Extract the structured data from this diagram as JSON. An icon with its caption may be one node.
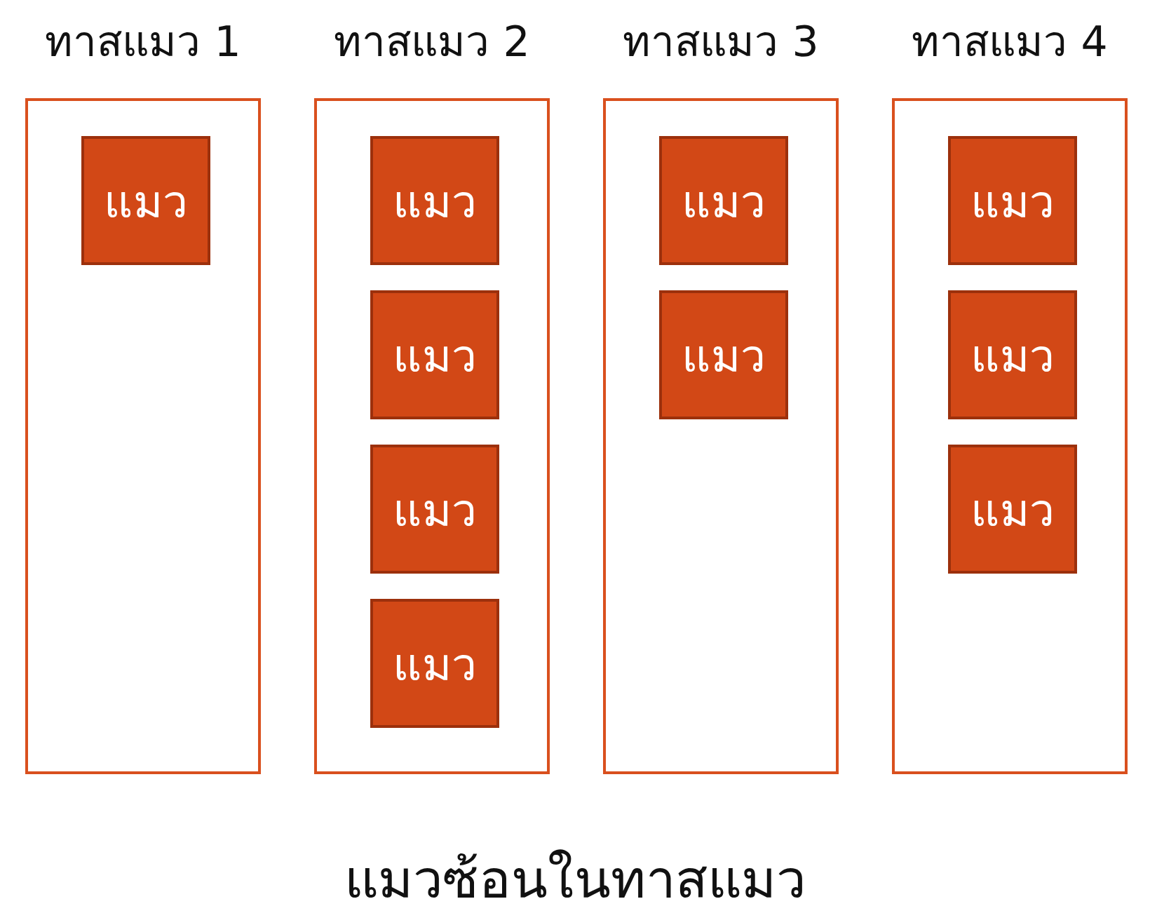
{
  "diagram": {
    "caption": "แมวซ้อนในทาสแมว",
    "nodes": [
      {
        "text": [
          "ทาสแมว 1"
        ]
      },
      {
        "text": [
          "แมว"
        ],
        "in": 0
      },
      {
        "text": [
          "ทาสแมว 2"
        ]
      },
      {
        "text": [
          "แมว"
        ],
        "in": 2
      },
      {
        "text": [
          "แมว"
        ],
        "in": 2
      },
      {
        "text": [
          "แมว"
        ],
        "in": 2
      },
      {
        "text": [
          "แมว"
        ],
        "in": 2
      },
      {
        "text": [
          "ทาสแมว 3"
        ]
      },
      {
        "text": [
          "แมว"
        ],
        "in": 7
      },
      {
        "text": [
          "แมว"
        ],
        "in": 7
      },
      {
        "text": [
          "ทาสแมว 4"
        ]
      },
      {
        "text": [
          "แมว"
        ],
        "in": 10
      },
      {
        "text": [
          "แมว"
        ],
        "in": 10
      },
      {
        "text": [
          "แมว"
        ],
        "in": 10
      }
    ]
  }
}
